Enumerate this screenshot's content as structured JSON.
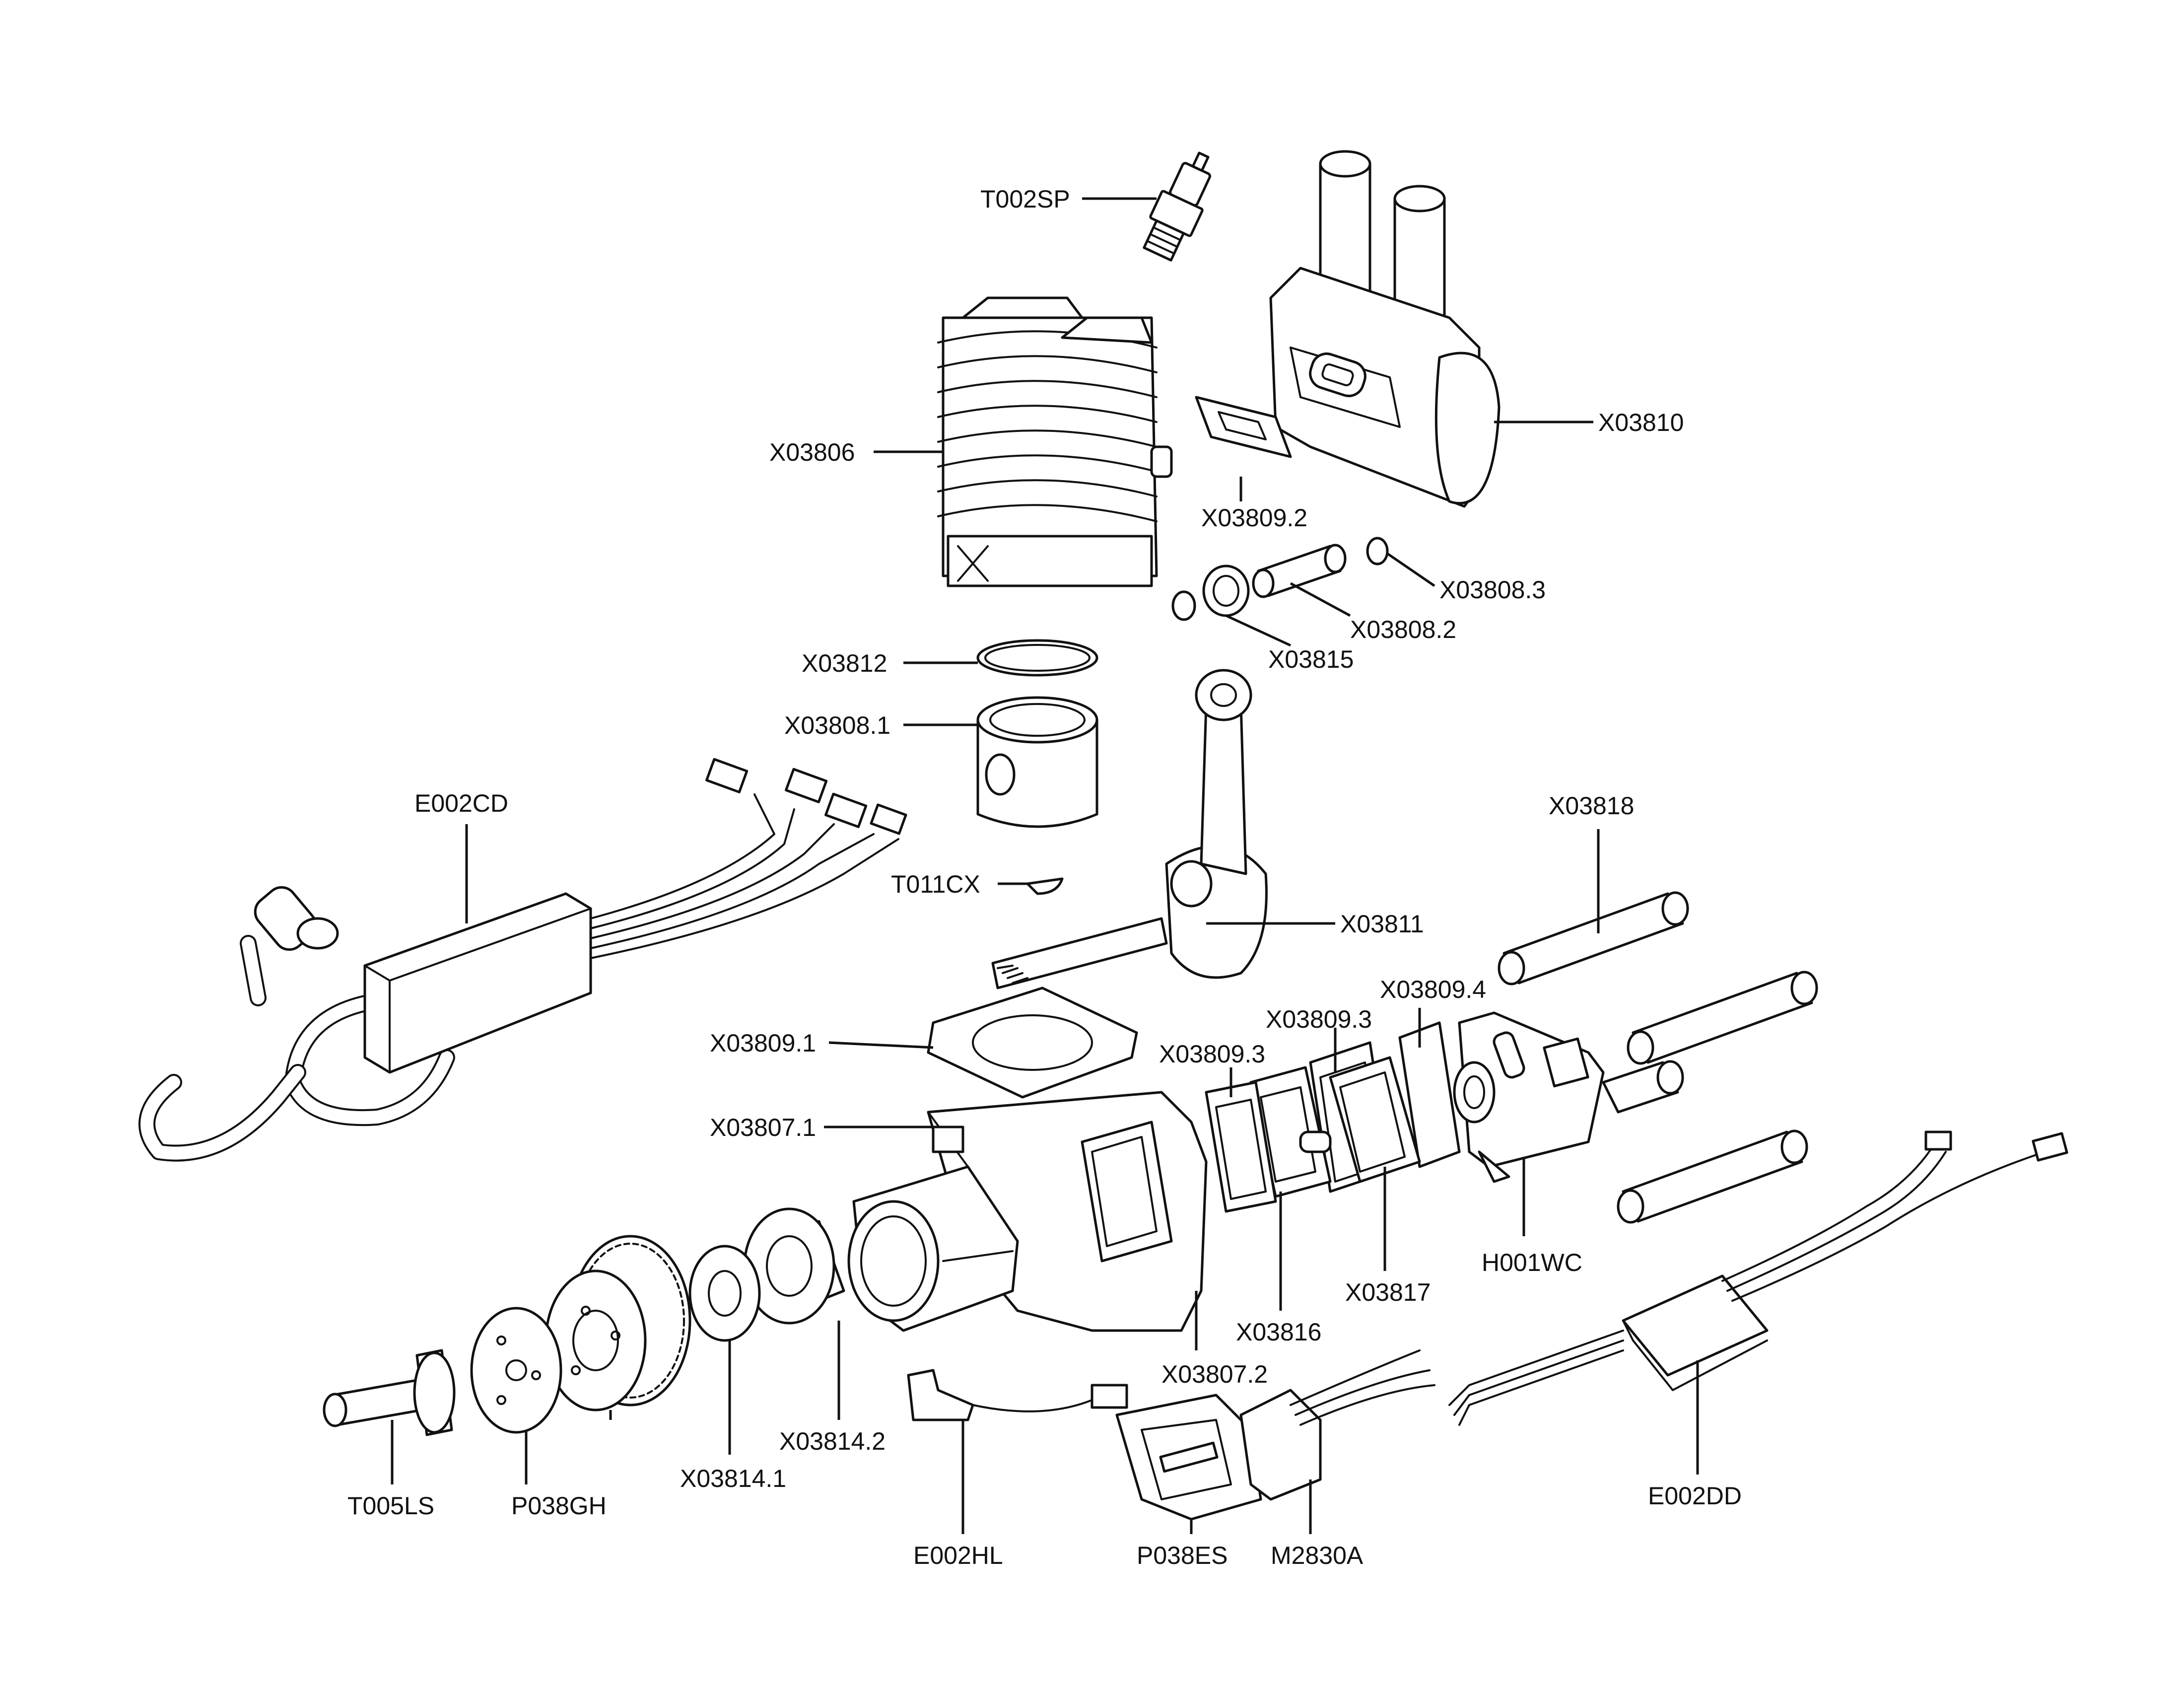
{
  "parts": {
    "spark_plug": "T002SP",
    "muffler": "X03810",
    "cylinder": "X03806",
    "muffler_gasket": "X03809.2",
    "circlip_right": "X03808.3",
    "wrist_pin": "X03808.2",
    "needle_bearing": "X03815",
    "piston_ring": "X03812",
    "piston": "X03808.1",
    "ignition": "E002CD",
    "woodruff_key": "T011CX",
    "crankshaft": "X03811",
    "standoffs": "X03818",
    "carb_gasket": "X03809.4",
    "reed_gasket_top": "X03809.3",
    "reed_gasket_left": "X03809.3",
    "cylinder_gasket": "X03809.1",
    "crankcase_front": "X03807.1",
    "carburetor": "H001WC",
    "reed_valve": "X03817",
    "intake_manifold": "X03816",
    "crankcase_rear": "X03807.2",
    "bearing_large": "X03814.2",
    "bearing_small": "X03814.1",
    "prop_shaft": "T005LS",
    "starter_gear": "P038GH",
    "hall_sensor": "E002HL",
    "starter_housing": "P038ES",
    "starter_motor": "M2830A",
    "esc": "E002DD"
  }
}
